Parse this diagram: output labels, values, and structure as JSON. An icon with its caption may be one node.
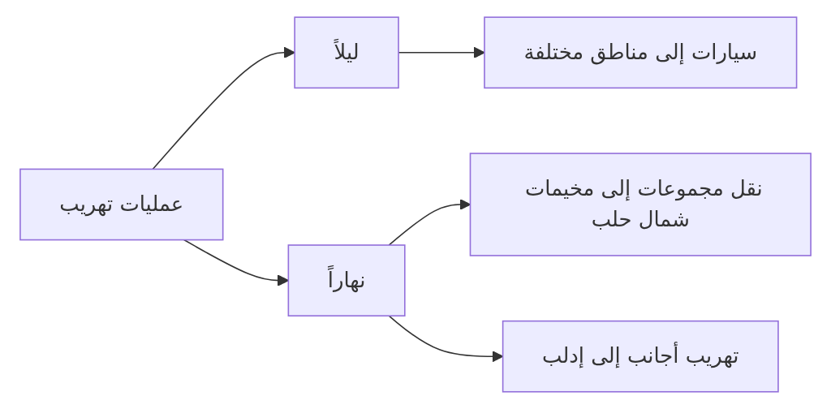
{
  "diagram": {
    "nodes": [
      {
        "text": [
          "عمليات تهريب"
        ]
      },
      {
        "text": [
          "ليلاً"
        ]
      },
      {
        "text": [
          "نهاراً"
        ]
      },
      {
        "text": [
          "سيارات إلى مناطق مختلفة"
        ]
      },
      {
        "text": [
          "نقل مجموعات إلى مخيمات شمال حلب"
        ]
      },
      {
        "text": [
          "تهريب أجانب إلى إدلب"
        ]
      }
    ],
    "edges": [
      {
        "from": 0,
        "to": 1,
        "arrow": "to"
      },
      {
        "from": 0,
        "to": 2,
        "arrow": "to"
      },
      {
        "from": 1,
        "to": 3,
        "arrow": "to"
      },
      {
        "from": 2,
        "to": 4,
        "arrow": "to"
      },
      {
        "from": 2,
        "to": 5,
        "arrow": "to"
      }
    ]
  }
}
